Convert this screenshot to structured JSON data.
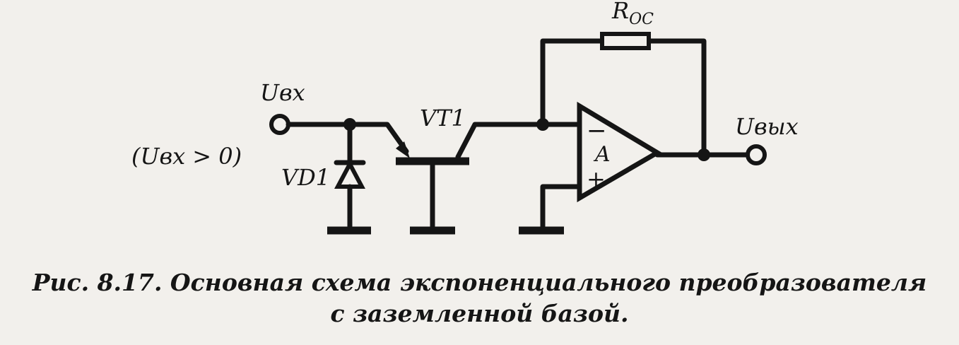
{
  "labels": {
    "u_in": "Uвх",
    "u_in_condition": "(Uвх > 0)",
    "diode": "VD1",
    "transistor": "VT1",
    "op_amp": "A",
    "op_amp_minus": "−",
    "op_amp_plus": "+",
    "u_out": "Uвых",
    "feedback_resistor": "R",
    "feedback_resistor_sub": "ОС"
  },
  "caption": {
    "line1": "Рис.  8.17.  Основная схема экспоненциального преобразователя",
    "line2": "с заземленной базой."
  }
}
